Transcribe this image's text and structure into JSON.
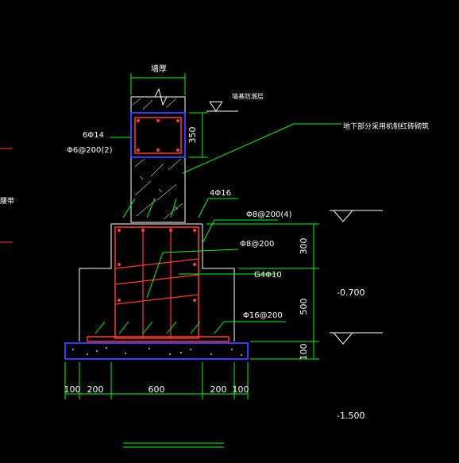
{
  "labels": {
    "wall_thickness": "墙厚",
    "waterproof_layer": "墙基防潮层",
    "masonry_note": "地下部分采用机制红砖砌筑",
    "ring_beam_main": "6Φ14",
    "ring_beam_stirrup": "Φ6@200(2)",
    "ring_beam_height": "350",
    "top_rebar": "4Φ16",
    "stirrup_outer": "Φ8@200(4)",
    "stirrup_inner": "Φ8@200",
    "side_rebar": "G4Φ10",
    "bottom_rebar": "Φ16@200",
    "left_partial": "腰带"
  },
  "dimensions": {
    "vertical": [
      "300",
      "500",
      "100"
    ],
    "horizontal": [
      "100",
      "200",
      "600",
      "200",
      "100"
    ]
  },
  "elevations": {
    "mid": "-0.700",
    "bottom": "-1.500"
  },
  "colors": {
    "background": "#000000",
    "structure": "#ffffff",
    "rebar": "#ff3b30",
    "dimension": "#00ff00",
    "leader": "#00ff00",
    "hatch": "#ffffff",
    "frame": "#2222ff"
  }
}
